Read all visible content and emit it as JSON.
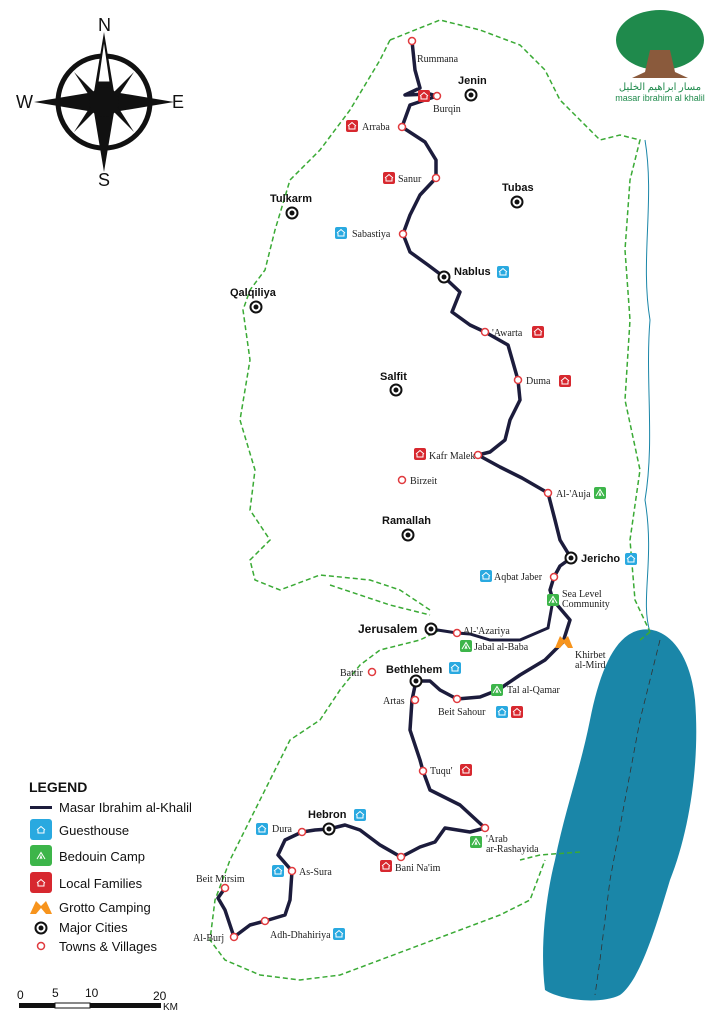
{
  "compass": {
    "n": "N",
    "e": "E",
    "s": "S",
    "w": "W"
  },
  "logo": {
    "arabic": "مسار ابراهيم الخليل",
    "latin": "masar ibrahim al khalil"
  },
  "cities": [
    "Jenin",
    "Tubas",
    "Tulkarm",
    "Nablus",
    "Qalqiliya",
    "Salfit",
    "Ramallah",
    "Jericho",
    "Jerusalem",
    "Bethlehem",
    "Hebron"
  ],
  "villages": [
    "Rummana",
    "Burqin",
    "Arraba",
    "Sanur",
    "Sabastiya",
    "'Awarta",
    "Duma",
    "Kafr Malek",
    "Birzeit",
    "Al-'Auja",
    "Aqbat Jaber",
    "Sea Level",
    "Community",
    "Khirbet",
    "al-Mird",
    "Al-'Azariya",
    "Jabal al-Baba",
    "Battir",
    "Tal al-Qamar",
    "Artas",
    "Beit Sahour",
    "Tuqu'",
    "'Arab",
    "ar-Rashayida",
    "Dura",
    "As-Sura",
    "Bani Na'im",
    "Beit Mirsim",
    "Al-Burj",
    "Adh-Dhahiriya"
  ],
  "legend": {
    "title": "LEGEND",
    "items": [
      "Masar Ibrahim al-Khalil",
      "Guesthouse",
      "Bedouin Camp",
      "Local Families",
      "Grotto Camping",
      "Major Cities",
      "Towns & Villages"
    ]
  },
  "scale": {
    "ticks": [
      "0",
      "5",
      "10",
      "20"
    ],
    "unit": "KM"
  },
  "colors": {
    "route": "#1c1c3c",
    "guesthouse": "#29a9e0",
    "bedouin": "#3db54a",
    "local": "#d7282f",
    "grotto": "#f7941d",
    "border": "#3aaa35",
    "water": "#1a86a8"
  }
}
